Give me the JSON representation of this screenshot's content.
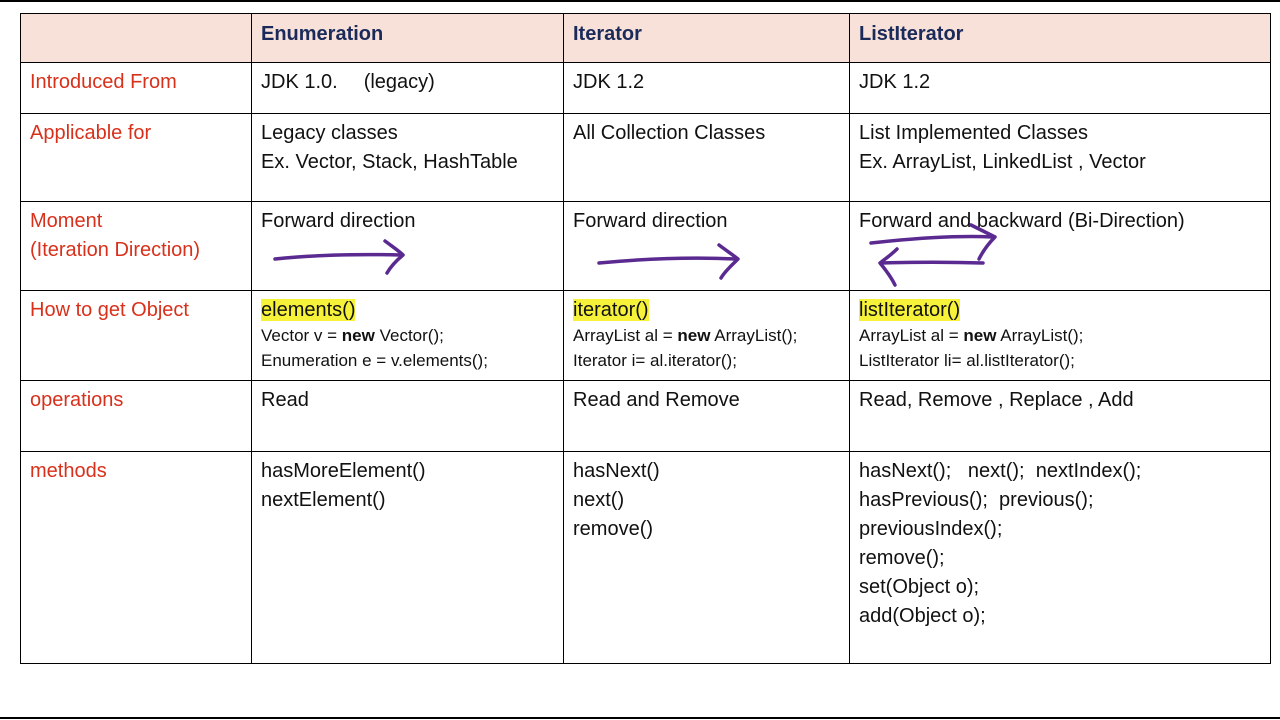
{
  "columns": [
    "",
    "Enumeration",
    "Iterator",
    "ListIterator"
  ],
  "rows": {
    "introduced": {
      "label": "Introduced From",
      "enumeration": "JDK 1.0.",
      "enumeration_note": "(legacy)",
      "iterator": "JDK 1.2",
      "listiterator": "JDK 1.2"
    },
    "applicable": {
      "label": "Applicable for",
      "enumeration": [
        "Legacy classes",
        "Ex. Vector, Stack, HashTable"
      ],
      "iterator": [
        "All Collection Classes"
      ],
      "listiterator": [
        "List Implemented Classes",
        "Ex. ArrayList, LinkedList , Vector"
      ]
    },
    "moment": {
      "label": [
        "Moment",
        "(Iteration Direction)"
      ],
      "enumeration": "Forward direction",
      "iterator": "Forward direction",
      "listiterator": "Forward and backward (Bi-Direction)",
      "arrow_color": "#5b2a91"
    },
    "how": {
      "label": "How to get Object",
      "enumeration": {
        "method": "elements()",
        "line1_pre": "Vector v = ",
        "line1_kw": "new",
        "line1_post": " Vector();",
        "line2": "Enumeration e = v.elements();"
      },
      "iterator": {
        "method": "iterator()",
        "line1_pre": "ArrayList al = ",
        "line1_kw": "new",
        "line1_post": " ArrayList();",
        "line2": "Iterator i= al.iterator();"
      },
      "listiterator": {
        "method": "listIterator()",
        "line1_pre": "ArrayList al = ",
        "line1_kw": "new",
        "line1_post": " ArrayList();",
        "line2": "ListIterator li= al.listIterator();"
      },
      "highlight_color": "#f6f23a"
    },
    "operations": {
      "label": "operations",
      "enumeration": "Read",
      "iterator": "Read and Remove",
      "listiterator": "Read, Remove , Replace , Add"
    },
    "methods": {
      "label": "methods",
      "enumeration": [
        "hasMoreElement()",
        "nextElement()"
      ],
      "iterator": [
        "hasNext()",
        "next()",
        "remove()"
      ],
      "listiterator": [
        "hasNext();   next();  nextIndex();",
        "hasPrevious();  previous();",
        "previousIndex();",
        "remove();",
        "set(Object o);",
        "add(Object o);"
      ]
    }
  },
  "colors": {
    "header_bg": "#f8e1d8",
    "header_text": "#1a2a5a",
    "row_label": "#d8311b"
  }
}
